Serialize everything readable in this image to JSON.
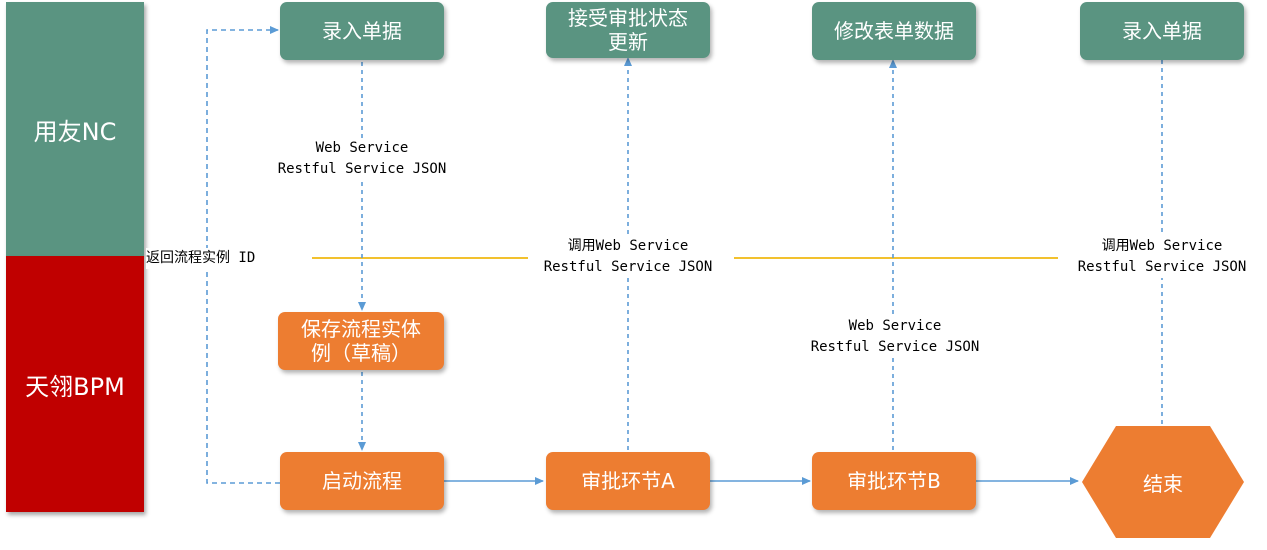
{
  "lanes": {
    "nc": "用友NC",
    "bpm": "天翎BPM"
  },
  "nodes": {
    "entry_form_1": "录入单据",
    "receive_status": "接受审批状态\n更新",
    "modify_form": "修改表单数据",
    "entry_form_2": "录入单据",
    "save_instance": "保存流程实体\n例（草稿）",
    "start_process": "启动流程",
    "approve_a": "审批环节A",
    "approve_b": "审批环节B",
    "end": "结束"
  },
  "labels": {
    "ws_rest_1": "Web Service\nRestful Service JSON",
    "return_instance": "返回流程实例 ID",
    "call_ws_1": "调用Web Service\nRestful Service JSON",
    "call_ws_2": "调用Web Service\nRestful Service JSON",
    "ws_rest_2": "Web Service\nRestful Service JSON"
  },
  "colors": {
    "green": "#5a9481",
    "orange": "#ed7d31",
    "red": "#c00000",
    "arrow_blue": "#5b9bd5",
    "separator_yellow": "#f2c12e"
  }
}
